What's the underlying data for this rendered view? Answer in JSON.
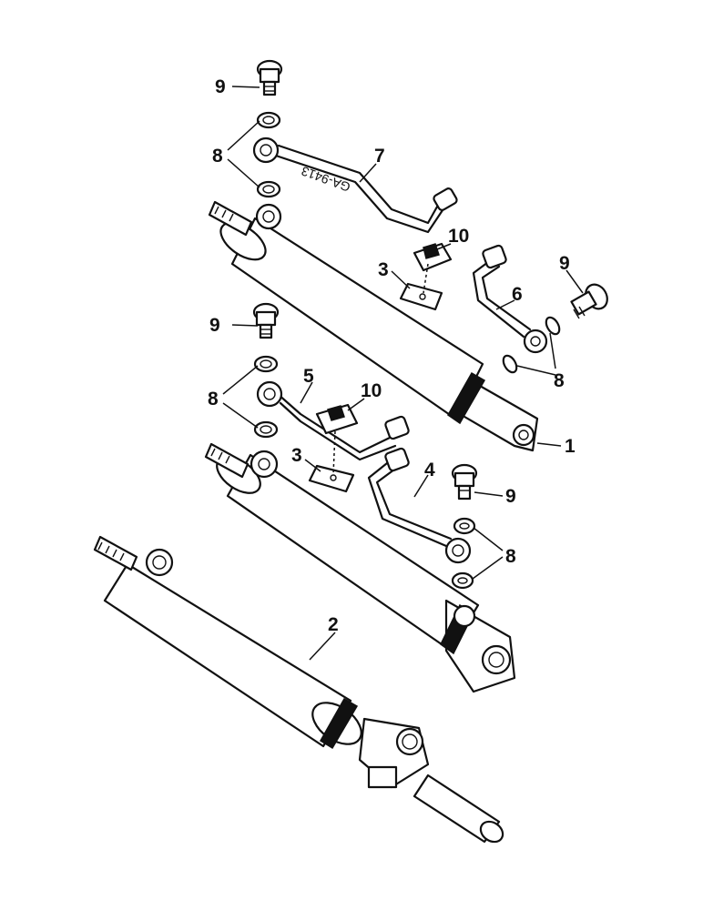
{
  "drawing_code": "GA-9413",
  "callouts": {
    "c1": "1",
    "c2": "2",
    "c3a": "3",
    "c3b": "3",
    "c4": "4",
    "c5": "5",
    "c6": "6",
    "c7": "7",
    "c8a": "8",
    "c8b": "8",
    "c8c": "8",
    "c8d": "8",
    "c9a": "9",
    "c9b": "9",
    "c9c": "9",
    "c9d": "9",
    "c10a": "10",
    "c10b": "10"
  }
}
